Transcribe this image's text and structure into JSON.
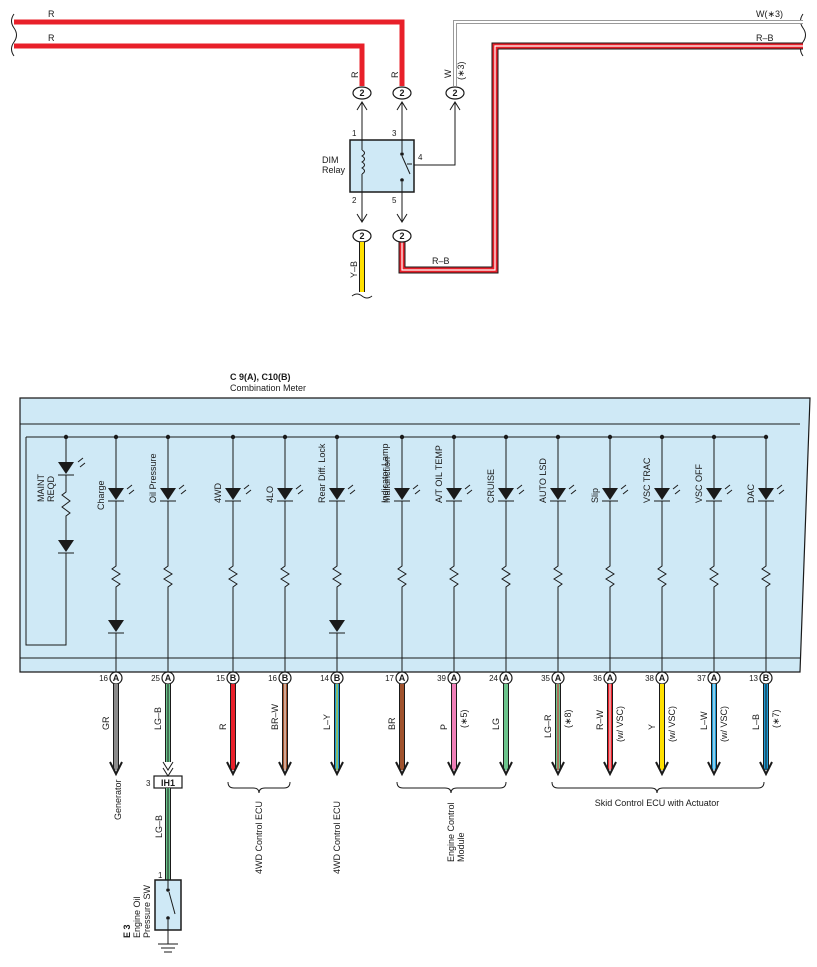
{
  "colors": {
    "red": "#e8202a",
    "yellow": "#ffe000",
    "gray": "#8a8a8a",
    "green": "#6cc48c",
    "brown": "#a0522d",
    "pink": "#ef7fb8",
    "blue": "#1a9ad6",
    "panel": "#cfe9f6"
  },
  "top": {
    "wire_r1": "R",
    "wire_r2": "R",
    "wire_w3": "W(∗3)",
    "wire_rb": "R–B",
    "v_r1": "R",
    "v_r2": "R",
    "v_w": "W",
    "v_w3": "(∗3)",
    "conn_label": "2",
    "relay_name_1": "DIM",
    "relay_name_2": "Relay",
    "pin1": "1",
    "pin2": "2",
    "pin3": "3",
    "pin4": "4",
    "pin5": "5",
    "v_yb": "Y–B",
    "h_rb": "R–B"
  },
  "meter": {
    "code": "C 9(A), C10(B)",
    "name": "Combination Meter",
    "maint_1": "MAINT",
    "maint_2": "REQD",
    "lamps": [
      "Charge",
      "Oil Pressure",
      "4WD",
      "4LO",
      "Rear Diff. Lock",
      "Malfunction",
      "A/T OIL TEMP",
      "CRUISE",
      "AUTO LSD",
      "Slip",
      "VSC TRAC",
      "VSC OFF",
      "DAC"
    ],
    "malf_2": "Indicator Lamp"
  },
  "pins": [
    {
      "num": "16",
      "conn": "A",
      "wire": "GR",
      "note": ""
    },
    {
      "num": "25",
      "conn": "A",
      "wire": "LG–B",
      "note": ""
    },
    {
      "num": "15",
      "conn": "B",
      "wire": "R",
      "note": ""
    },
    {
      "num": "16",
      "conn": "B",
      "wire": "BR–W",
      "note": ""
    },
    {
      "num": "14",
      "conn": "B",
      "wire": "L–Y",
      "note": ""
    },
    {
      "num": "17",
      "conn": "A",
      "wire": "BR",
      "note": ""
    },
    {
      "num": "39",
      "conn": "A",
      "wire": "P",
      "note": "(∗5)"
    },
    {
      "num": "24",
      "conn": "A",
      "wire": "LG",
      "note": ""
    },
    {
      "num": "35",
      "conn": "A",
      "wire": "LG–R",
      "note": "(∗8)"
    },
    {
      "num": "36",
      "conn": "A",
      "wire": "R–W",
      "note": "(w/ VSC)"
    },
    {
      "num": "38",
      "conn": "A",
      "wire": "Y",
      "note": "(w/ VSC)"
    },
    {
      "num": "37",
      "conn": "A",
      "wire": "L–W",
      "note": "(w/ VSC)"
    },
    {
      "num": "13",
      "conn": "B",
      "wire": "L–B",
      "note": "(∗7)"
    }
  ],
  "bottom": {
    "generator": "Generator",
    "ih1_pin": "3",
    "ih1": "IH1",
    "lgb2": "LG–B",
    "sw_pin": "1",
    "sw_code": "E 3",
    "sw_name_1": "Engine Oil",
    "sw_name_2": "Pressure SW",
    "ecu_4wd_a": "4WD Control ECU",
    "ecu_4wd_b": "4WD Control ECU",
    "ecm_1": "Engine Control",
    "ecm_2": "Module",
    "skid": "Skid Control ECU with Actuator"
  }
}
